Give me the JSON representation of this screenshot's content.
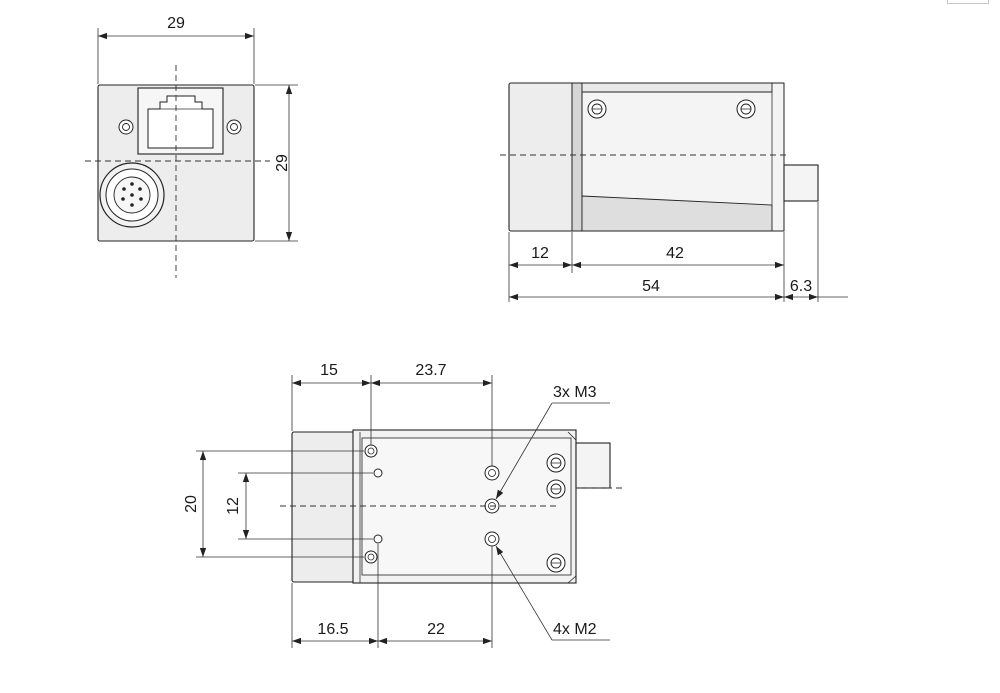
{
  "dimensions": {
    "front_width": "29",
    "front_height": "29",
    "side_front_length": "12",
    "side_body_length": "42",
    "side_total_length": "54",
    "side_connector_length": "6.3",
    "bottom_top_left": "15",
    "bottom_top_spacing": "23.7",
    "bottom_height_outer": "20",
    "bottom_height_inner": "12",
    "bottom_bottom_left": "16.5",
    "bottom_bottom_spacing": "22"
  },
  "callouts": {
    "m3": "3x M3",
    "m2": "4x M2"
  }
}
